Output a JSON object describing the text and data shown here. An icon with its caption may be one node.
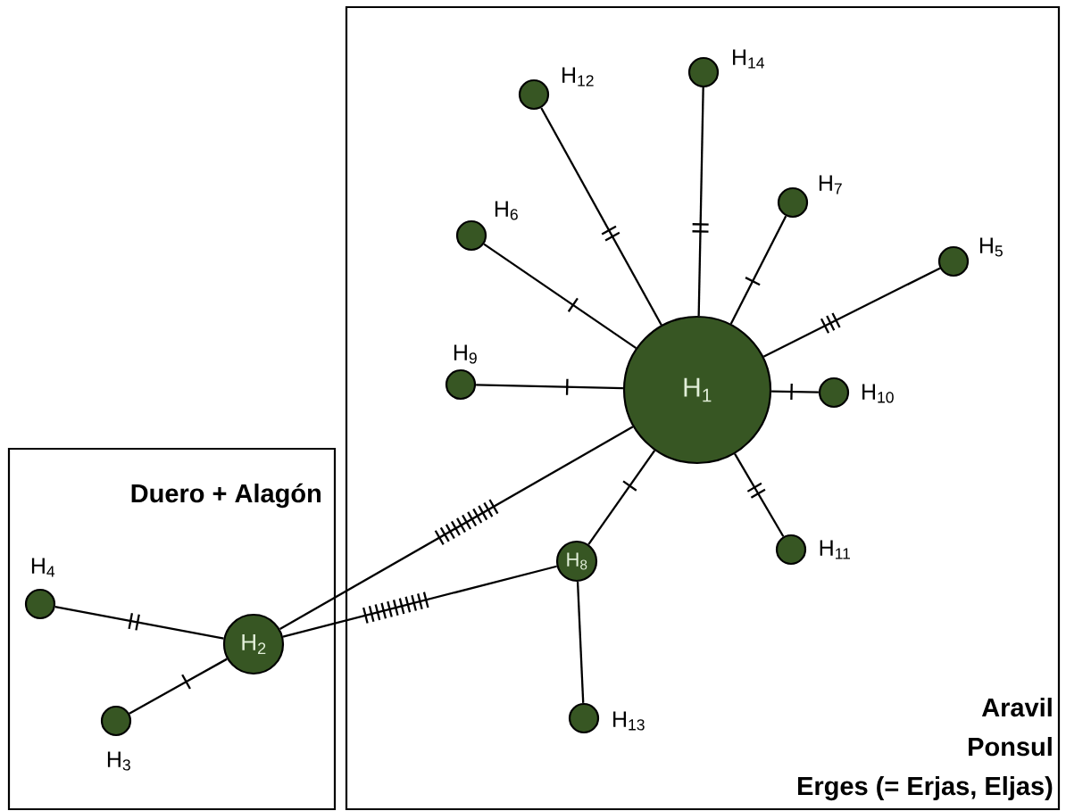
{
  "diagram": {
    "nodes": [
      {
        "text": [
          "Aravil",
          "Ponsul",
          "Erges (= Erjas, Eljas)"
        ]
      },
      {
        "text": [
          "H$_{14}$"
        ],
        "in": 0
      },
      {
        "text": [
          "H$_{12}$"
        ],
        "in": 0
      },
      {
        "text": [
          "H$_{7}$"
        ],
        "in": 0
      },
      {
        "text": [
          "H$_{6}$"
        ],
        "in": 0
      },
      {
        "text": [
          "H$_{5}$"
        ],
        "in": 0
      },
      {
        "text": [
          "H$_{9}$"
        ],
        "in": 0
      },
      {
        "text": [
          "H$_{1}$"
        ],
        "in": 0
      },
      {
        "text": [
          "H$_{10}$"
        ],
        "in": 0
      },
      {
        "text": [
          "H$_{11}$"
        ],
        "in": 0
      },
      {
        "text": [
          "H$_{8}$"
        ],
        "in": 0
      },
      {
        "text": [
          "H$_{13}$"
        ],
        "in": 0
      },
      {
        "text": [
          "Duero + Alagón"
        ]
      },
      {
        "text": [
          "H$_{4}$"
        ],
        "in": 12
      },
      {
        "text": [
          "H$_{2}$"
        ],
        "in": 12
      },
      {
        "text": [
          "H$_{3}$"
        ],
        "in": 12
      }
    ],
    "edges": [
      {
        "from": 7,
        "to": 2,
        "arrow": "none"
      },
      {
        "from": 7,
        "to": 1,
        "arrow": "none"
      },
      {
        "from": 7,
        "to": 4,
        "arrow": "none"
      },
      {
        "from": 7,
        "to": 3,
        "arrow": "none"
      },
      {
        "from": 7,
        "to": 5,
        "arrow": "none"
      },
      {
        "from": 7,
        "to": 6,
        "arrow": "none"
      },
      {
        "from": 7,
        "to": 8,
        "arrow": "none"
      },
      {
        "from": 7,
        "to": 9,
        "arrow": "none"
      },
      {
        "from": 7,
        "to": 10,
        "arrow": "none"
      },
      {
        "from": 10,
        "to": 11,
        "arrow": "none"
      },
      {
        "from": 14,
        "to": 7,
        "arrow": "none"
      },
      {
        "from": 14,
        "to": 10,
        "arrow": "none"
      },
      {
        "from": 14,
        "to": 13,
        "arrow": "none"
      },
      {
        "from": 14,
        "to": 15,
        "arrow": "none"
      }
    ]
  }
}
